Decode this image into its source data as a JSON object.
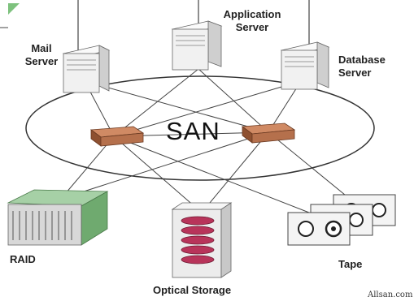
{
  "labels": {
    "mail_server": [
      "Mail",
      "Server"
    ],
    "application_server": [
      "Application",
      "Server"
    ],
    "database_server": [
      "Database",
      "Server"
    ],
    "san": "SAN",
    "raid": "RAID",
    "optical_storage": "Optical Storage",
    "tape": "Tape"
  },
  "watermark": "Allsan.com",
  "colors": {
    "server_body": "#f1f1f1",
    "switch": "#b5704c",
    "raid_front": "#8cc08c",
    "optical_disc": "#b8345a",
    "lines": "#444444"
  },
  "icons": [
    "mail-server-icon",
    "application-server-icon",
    "database-server-icon",
    "san-switch-icon",
    "raid-array-icon",
    "optical-storage-icon",
    "tape-library-icon"
  ]
}
